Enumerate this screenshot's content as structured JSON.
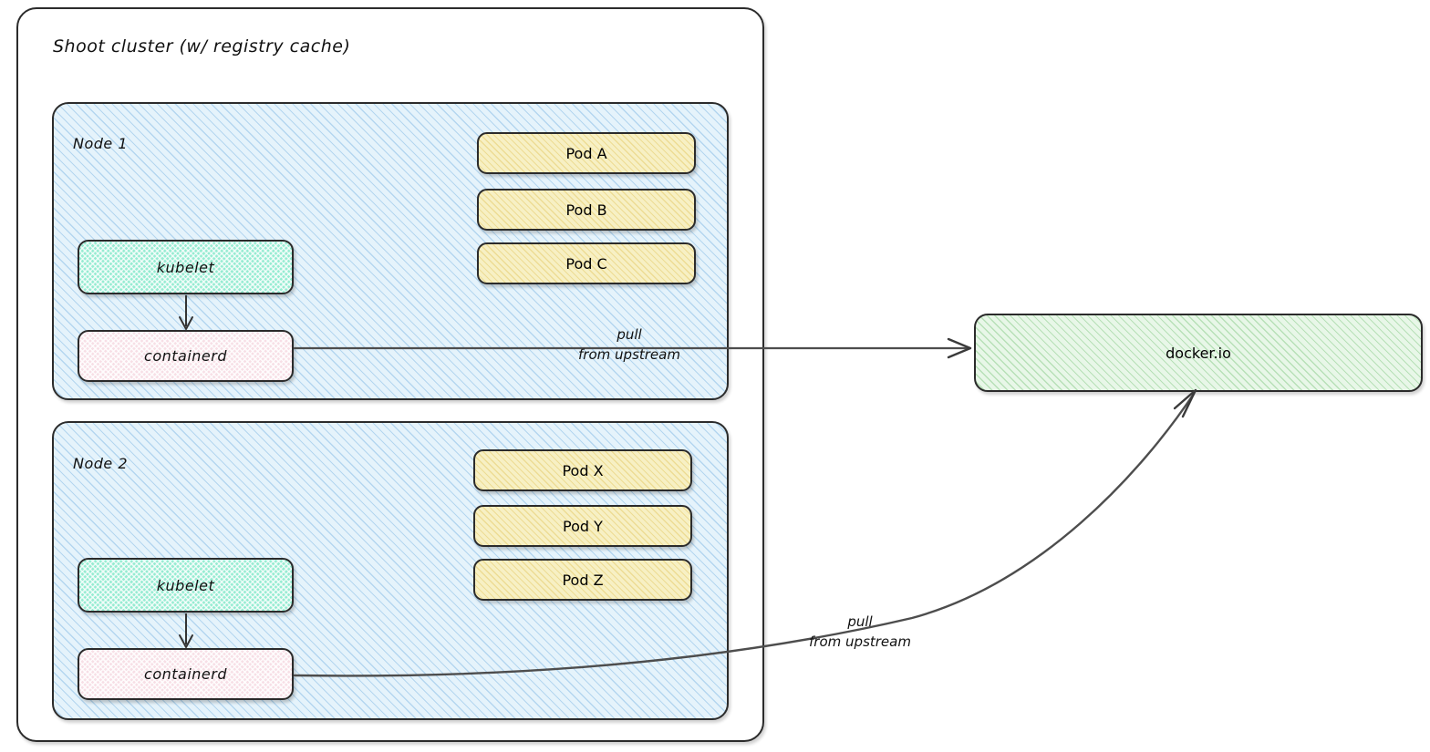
{
  "diagram": {
    "title": "Shoot cluster (w/ registry cache)",
    "cluster": {
      "label": "Shoot cluster (w/ registry cache)",
      "nodes": [
        {
          "title": "Node 1",
          "components": [
            {
              "name": "kubelet",
              "label": "kubelet",
              "color": "#96ecd2"
            },
            {
              "name": "containerd",
              "label": "containerd",
              "color": "#f7dfe6"
            }
          ],
          "pods": [
            {
              "label": "Pod A"
            },
            {
              "label": "Pod B"
            },
            {
              "label": "Pod C"
            }
          ]
        },
        {
          "title": "Node 2",
          "components": [
            {
              "name": "kubelet",
              "label": "kubelet",
              "color": "#96ecd2"
            },
            {
              "name": "containerd",
              "label": "containerd",
              "color": "#f7dfe6"
            }
          ],
          "pods": [
            {
              "label": "Pod X"
            },
            {
              "label": "Pod Y"
            },
            {
              "label": "Pod Z"
            }
          ]
        }
      ]
    },
    "registry": {
      "label": "docker.io",
      "color": "#e8f7e8"
    },
    "edges": [
      {
        "from": "containerd (Node 1)",
        "to": "docker.io",
        "label_line1": "pull",
        "label_line2": "from upstream"
      },
      {
        "from": "containerd (Node 2)",
        "to": "docker.io",
        "label_line1": "pull",
        "label_line2": "from upstream"
      },
      {
        "from": "kubelet (Node 1)",
        "to": "containerd (Node 1)",
        "label_line1": "",
        "label_line2": ""
      },
      {
        "from": "kubelet (Node 2)",
        "to": "containerd (Node 2)",
        "label_line1": "",
        "label_line2": ""
      }
    ],
    "colors": {
      "stroke": "#2b2b2b",
      "node_fill": "#e5f3fb",
      "pod_fill": "#f7f0c4",
      "kubelet_fill": "#96ecd2",
      "containerd_fill": "#f7dfe6",
      "registry_fill": "#e8f7e8",
      "background": "#ffffff",
      "arrow": "#555555"
    }
  }
}
